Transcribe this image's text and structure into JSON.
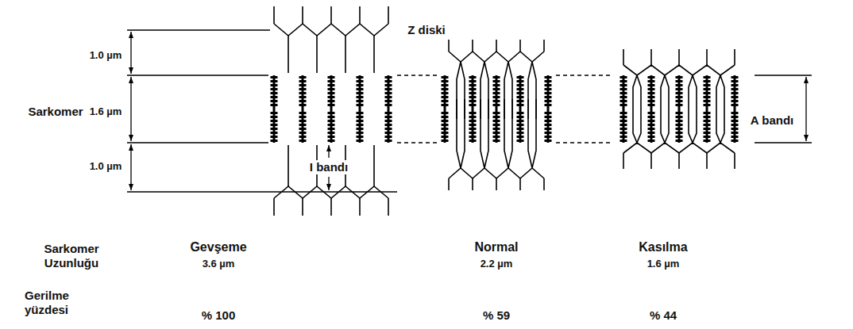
{
  "diagram": {
    "labels": [
      "Z diski",
      "1.0 µm",
      "Sarkomer",
      "1.6 µm",
      "A bandı",
      "1.0 µm",
      "I bandı",
      "Sarkomer Uzunluğu",
      "Gevşeme",
      "3.6 µm",
      "Normal",
      "2.2 µm",
      "Kasılma",
      "1.6 µm",
      "Gerilme yüzdesi",
      "% 100",
      "% 59",
      "% 44"
    ]
  }
}
